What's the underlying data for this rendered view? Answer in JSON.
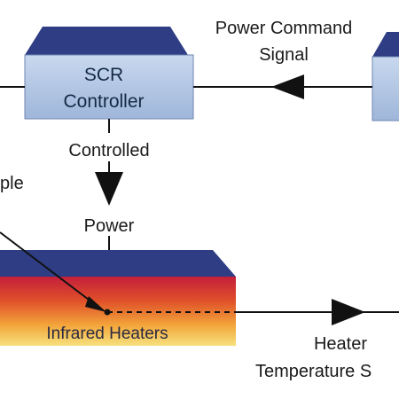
{
  "nodes": {
    "scr_controller": {
      "line1": "SCR",
      "line2": "Controller"
    },
    "infrared_heaters": {
      "label": "Infrared Heaters"
    }
  },
  "edges": {
    "power_command": {
      "line1": "Power Command",
      "line2": "Signal"
    },
    "controlled_power": {
      "line1": "Controlled",
      "line2": "Power"
    },
    "thermocouple": {
      "label": "ple"
    },
    "heater_temperature": {
      "line1": "Heater",
      "line2": "Temperature S"
    }
  },
  "colors": {
    "box_top": "#2f3f86",
    "box_face": "#b8cbe6",
    "line": "#111111",
    "heater_hot": "#d8262a",
    "heater_mid": "#f0902a",
    "heater_cool": "#f6e48a"
  }
}
